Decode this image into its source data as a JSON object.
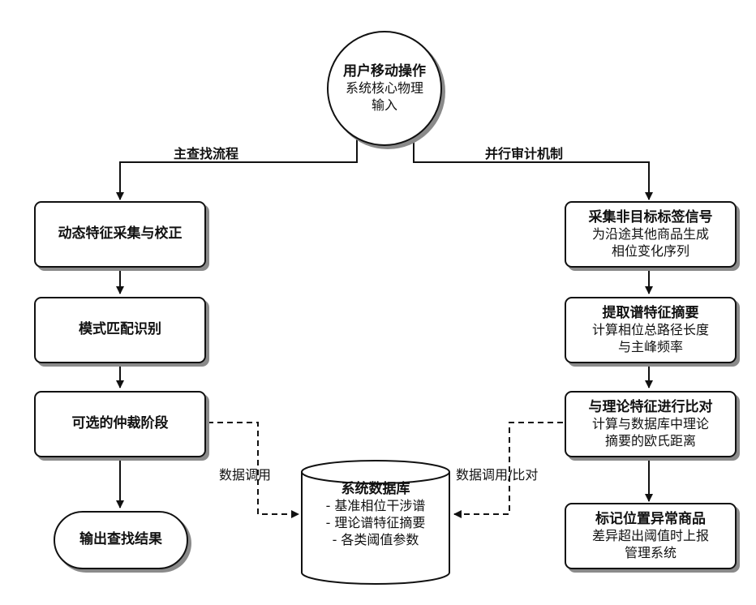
{
  "start": {
    "title": "用户移动操作",
    "lines": [
      "系统核心物理",
      "输入"
    ]
  },
  "edge_labels": {
    "main_flow": "主查找流程",
    "audit": "并行审计机制",
    "data_call": "数据调用",
    "data_call_compare": "数据调用/比对"
  },
  "left_steps": [
    {
      "title": "动态特征采集与校正"
    },
    {
      "title": "模式匹配识别"
    },
    {
      "title": "可选的仲裁阶段"
    }
  ],
  "left_end": {
    "title": "输出查找结果"
  },
  "right_steps": [
    {
      "title": "采集非目标标签信号",
      "lines": [
        "为沿途其他商品生成",
        "相位变化序列"
      ]
    },
    {
      "title": "提取谱特征摘要",
      "lines": [
        "计算相位总路径长度",
        "与主峰频率"
      ]
    },
    {
      "title": "与理论特征进行比对",
      "lines": [
        "计算与数据库中理论",
        "摘要的欧氏距离"
      ]
    },
    {
      "title": "标记位置异常商品",
      "lines": [
        "差异超出阈值时上报",
        "管理系统"
      ]
    }
  ],
  "database": {
    "title": "系统数据库",
    "items": [
      "- 基准相位干涉谱",
      "- 理论谱特征摘要",
      "- 各类阈值参数"
    ]
  }
}
